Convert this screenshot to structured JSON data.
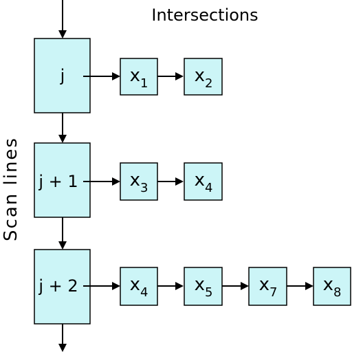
{
  "header": {
    "title": "Intersections"
  },
  "axis": {
    "label": "Scan lines"
  },
  "rows": [
    {
      "scan_label": "j",
      "items": [
        {
          "var": "x",
          "sub": "1"
        },
        {
          "var": "x",
          "sub": "2"
        }
      ]
    },
    {
      "scan_label": "j + 1",
      "items": [
        {
          "var": "x",
          "sub": "3"
        },
        {
          "var": "x",
          "sub": "4"
        }
      ]
    },
    {
      "scan_label": "j + 2",
      "items": [
        {
          "var": "x",
          "sub": "4"
        },
        {
          "var": "x",
          "sub": "5"
        },
        {
          "var": "x",
          "sub": "7"
        },
        {
          "var": "x",
          "sub": "8"
        }
      ]
    }
  ],
  "colors": {
    "box_fill": "#ccf5f7",
    "stroke": "#000000"
  }
}
